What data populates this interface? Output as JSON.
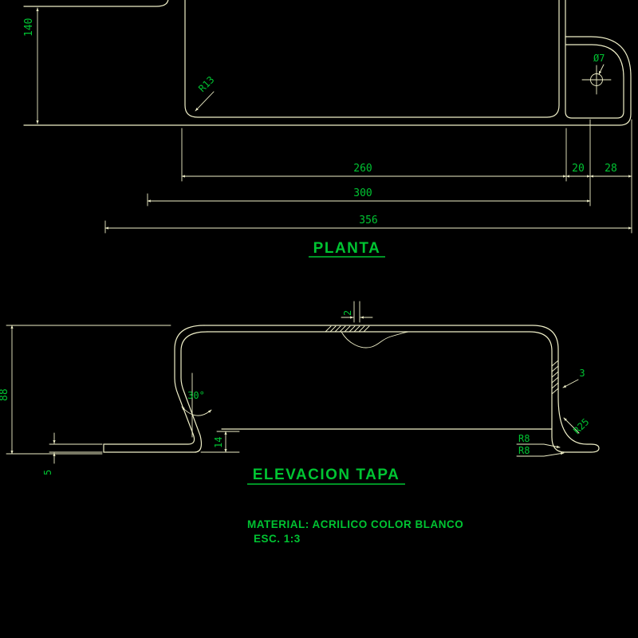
{
  "colors": {
    "background": "#000000",
    "line": "#EFEFC8",
    "text_green": "#00C432"
  },
  "planta": {
    "title": "PLANTA",
    "dim_height": "140",
    "radius_label": "R13",
    "hole_label": "Ø7",
    "dim_inner_width": "260",
    "dim_hole_offset": "20",
    "dim_flange_width": "28",
    "dim_mid_width": "300",
    "dim_total_width": "356"
  },
  "elevacion": {
    "title": "ELEVACION TAPA",
    "dim_top_thickness": "2",
    "dim_height": "88",
    "dim_angle": "30°",
    "dim_wall_thickness": "3",
    "dim_foot_height": "14",
    "dim_foot_thickness": "5",
    "radius_r8_top": "R8",
    "radius_r8_bottom": "R8",
    "radius_r25": "R25"
  },
  "notes": {
    "material": "MATERIAL:  ACRILICO COLOR BLANCO",
    "scale": "ESC. 1:3"
  }
}
